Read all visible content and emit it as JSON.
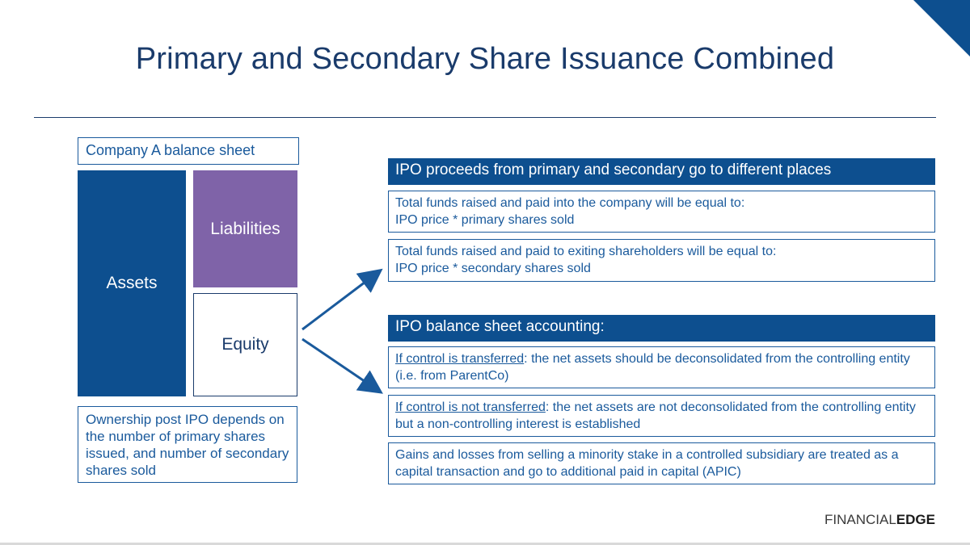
{
  "title": "Primary and Secondary Share Issuance Combined",
  "balance_sheet": {
    "caption": "Company A balance sheet",
    "assets": "Assets",
    "liabilities": "Liabilities",
    "equity": "Equity",
    "ownership_note": "Ownership post IPO depends on the number of primary shares issued, and number of secondary shares sold"
  },
  "proceeds": {
    "header": "IPO proceeds from primary and secondary go to different places",
    "primary": {
      "line1": "Total funds raised and paid into the company will be equal to:",
      "line2": "IPO price * primary shares sold"
    },
    "secondary": {
      "line1": "Total funds raised and paid to exiting shareholders will be equal to:",
      "line2": "IPO price * secondary shares sold"
    }
  },
  "accounting": {
    "header": "IPO balance sheet accounting:",
    "transferred": {
      "lead": "If control is transferred",
      "text": ": the net assets should be deconsolidated from the controlling entity (i.e. from ParentCo)"
    },
    "not_transferred": {
      "lead": "If control is not transferred",
      "text": ": the net assets are not deconsolidated from the controlling entity but a non-controlling interest is established"
    },
    "gains_losses": "Gains and losses from selling a minority stake in a controlled subsidiary are treated as a capital transaction and go to additional paid in capital (APIC)"
  },
  "brand": {
    "light": "FINANCIAL",
    "bold": "EDGE"
  },
  "colors": {
    "navy": "#0d4f8f",
    "purple": "#7f63a8",
    "text_blue": "#1a5a9c",
    "title_blue": "#1a3b6b"
  }
}
